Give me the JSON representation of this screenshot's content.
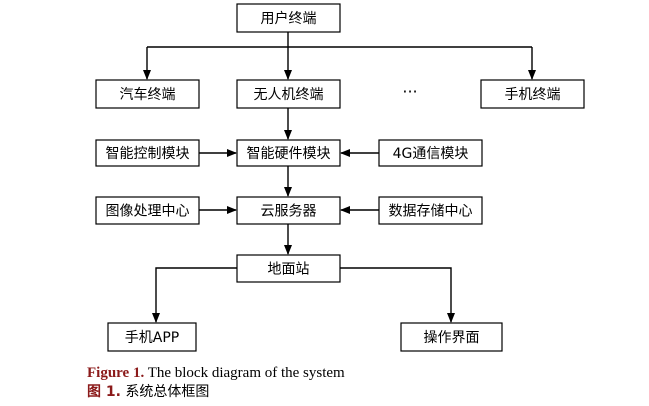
{
  "diagram": {
    "nodes": [
      {
        "id": "user-terminal",
        "label": "用户终端"
      },
      {
        "id": "car-terminal",
        "label": "汽车终端"
      },
      {
        "id": "drone-terminal",
        "label": "无人机终端"
      },
      {
        "id": "phone-terminal",
        "label": "手机终端"
      },
      {
        "id": "smart-control",
        "label": "智能控制模块"
      },
      {
        "id": "smart-hardware",
        "label": "智能硬件模块"
      },
      {
        "id": "comm-4g",
        "label": "4G通信模块"
      },
      {
        "id": "image-center",
        "label": "图像处理中心"
      },
      {
        "id": "cloud-server",
        "label": "云服务器"
      },
      {
        "id": "data-center",
        "label": "数据存储中心"
      },
      {
        "id": "ground-station",
        "label": "地面站"
      },
      {
        "id": "phone-app",
        "label": "手机APP"
      },
      {
        "id": "ui",
        "label": "操作界面"
      }
    ],
    "ellipsis": "···",
    "edges": [
      {
        "from": "user-terminal",
        "to": "car-terminal"
      },
      {
        "from": "user-terminal",
        "to": "drone-terminal"
      },
      {
        "from": "user-terminal",
        "to": "phone-terminal"
      },
      {
        "from": "drone-terminal",
        "to": "smart-hardware"
      },
      {
        "from": "smart-control",
        "to": "smart-hardware"
      },
      {
        "from": "comm-4g",
        "to": "smart-hardware"
      },
      {
        "from": "smart-hardware",
        "to": "cloud-server"
      },
      {
        "from": "image-center",
        "to": "cloud-server"
      },
      {
        "from": "data-center",
        "to": "cloud-server"
      },
      {
        "from": "cloud-server",
        "to": "ground-station"
      },
      {
        "from": "ground-station",
        "to": "phone-app"
      },
      {
        "from": "ground-station",
        "to": "ui"
      }
    ]
  },
  "caption": {
    "en_label": "Figure 1.",
    "en_text": " The block diagram of the system",
    "zh_label": "图 1.",
    "zh_text": " 系统总体框图",
    "label_color": "#8b1a1a"
  }
}
